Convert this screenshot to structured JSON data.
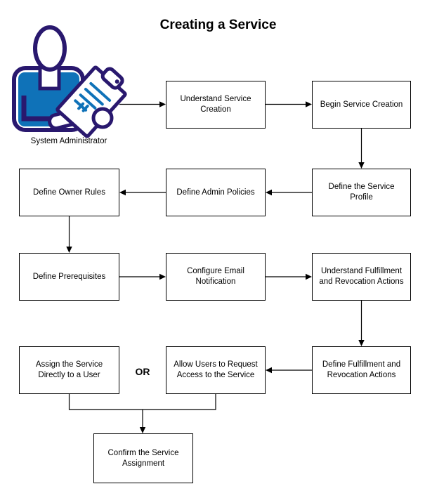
{
  "title": "Creating a Service",
  "actor": {
    "label": "System Administrator"
  },
  "or_label": "OR",
  "colors": {
    "outline_navy": "#29186E",
    "shirt_blue": "#0F72B8",
    "connector_black": "#000000",
    "node_background": "#FFFFFF"
  },
  "nodes": [
    {
      "id": "understand-service-creation",
      "label": "Understand Service Creation"
    },
    {
      "id": "begin-service-creation",
      "label": "Begin Service Creation"
    },
    {
      "id": "define-owner-rules",
      "label": "Define Owner Rules"
    },
    {
      "id": "define-admin-policies",
      "label": "Define Admin Policies"
    },
    {
      "id": "define-the-service-profile",
      "label": "Define the Service Profile"
    },
    {
      "id": "define-prerequisites",
      "label": "Define Prerequisites"
    },
    {
      "id": "configure-email-notification",
      "label": "Configure Email Notification"
    },
    {
      "id": "understand-fulfillment-and-revocation-actions",
      "label": "Understand Fulfillment and Revocation Actions"
    },
    {
      "id": "assign-the-service-directly-to-a-user",
      "label": "Assign the Service Directly to a User"
    },
    {
      "id": "allow-users-to-request-access-to-the-service",
      "label": "Allow Users to Request Access to the Service"
    },
    {
      "id": "define-fulfillment-and-revocation-actions",
      "label": "Define Fulfillment and Revocation Actions"
    },
    {
      "id": "confirm-the-service-assignment",
      "label": "Confirm the Service Assignment"
    }
  ],
  "edges": [
    {
      "from": "system-administrator",
      "to": "understand-service-creation"
    },
    {
      "from": "understand-service-creation",
      "to": "begin-service-creation"
    },
    {
      "from": "begin-service-creation",
      "to": "define-the-service-profile"
    },
    {
      "from": "define-the-service-profile",
      "to": "define-admin-policies"
    },
    {
      "from": "define-admin-policies",
      "to": "define-owner-rules"
    },
    {
      "from": "define-owner-rules",
      "to": "define-prerequisites"
    },
    {
      "from": "define-prerequisites",
      "to": "configure-email-notification"
    },
    {
      "from": "configure-email-notification",
      "to": "understand-fulfillment-and-revocation-actions"
    },
    {
      "from": "understand-fulfillment-and-revocation-actions",
      "to": "define-fulfillment-and-revocation-actions"
    },
    {
      "from": "define-fulfillment-and-revocation-actions",
      "to": "allow-users-to-request-access-to-the-service"
    },
    {
      "from": "assign-the-service-directly-to-a-user",
      "to": "confirm-the-service-assignment"
    },
    {
      "from": "allow-users-to-request-access-to-the-service",
      "to": "confirm-the-service-assignment"
    }
  ]
}
